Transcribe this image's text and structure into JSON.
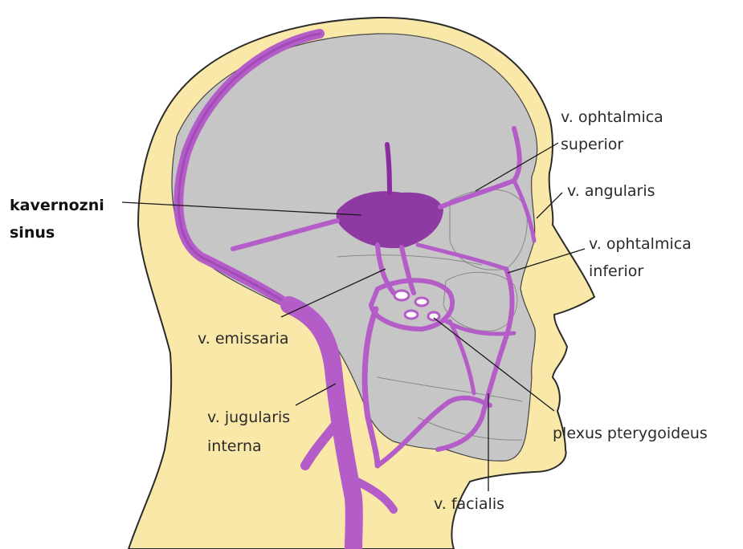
{
  "colors": {
    "skin": "#fae8a9",
    "skull": "#c6c6c6",
    "vein": "#b45cc8",
    "vein_dark": "#8e3aa6",
    "sinus": "#8a2ca0",
    "outline": "#2b2b2b"
  },
  "labels": {
    "kavernozni": {
      "line1": "kavernozni",
      "line2": "sinus"
    },
    "ophtalmica_superior": {
      "line1": "v. ophtalmica",
      "line2": "superior"
    },
    "angularis": {
      "line1": "v. angularis"
    },
    "ophtalmica_inferior": {
      "line1": "v. ophtalmica",
      "line2": "inferior"
    },
    "emissaria": {
      "line1": "v. emissaria"
    },
    "jugularis": {
      "line1": "v. jugularis",
      "line2": "interna"
    },
    "pterygoideus": {
      "line1": "plexus pterygoideus"
    },
    "facialis": {
      "line1": "v. facialis"
    }
  },
  "icons": [
    "head-silhouette",
    "skull-shape",
    "venous-system"
  ]
}
